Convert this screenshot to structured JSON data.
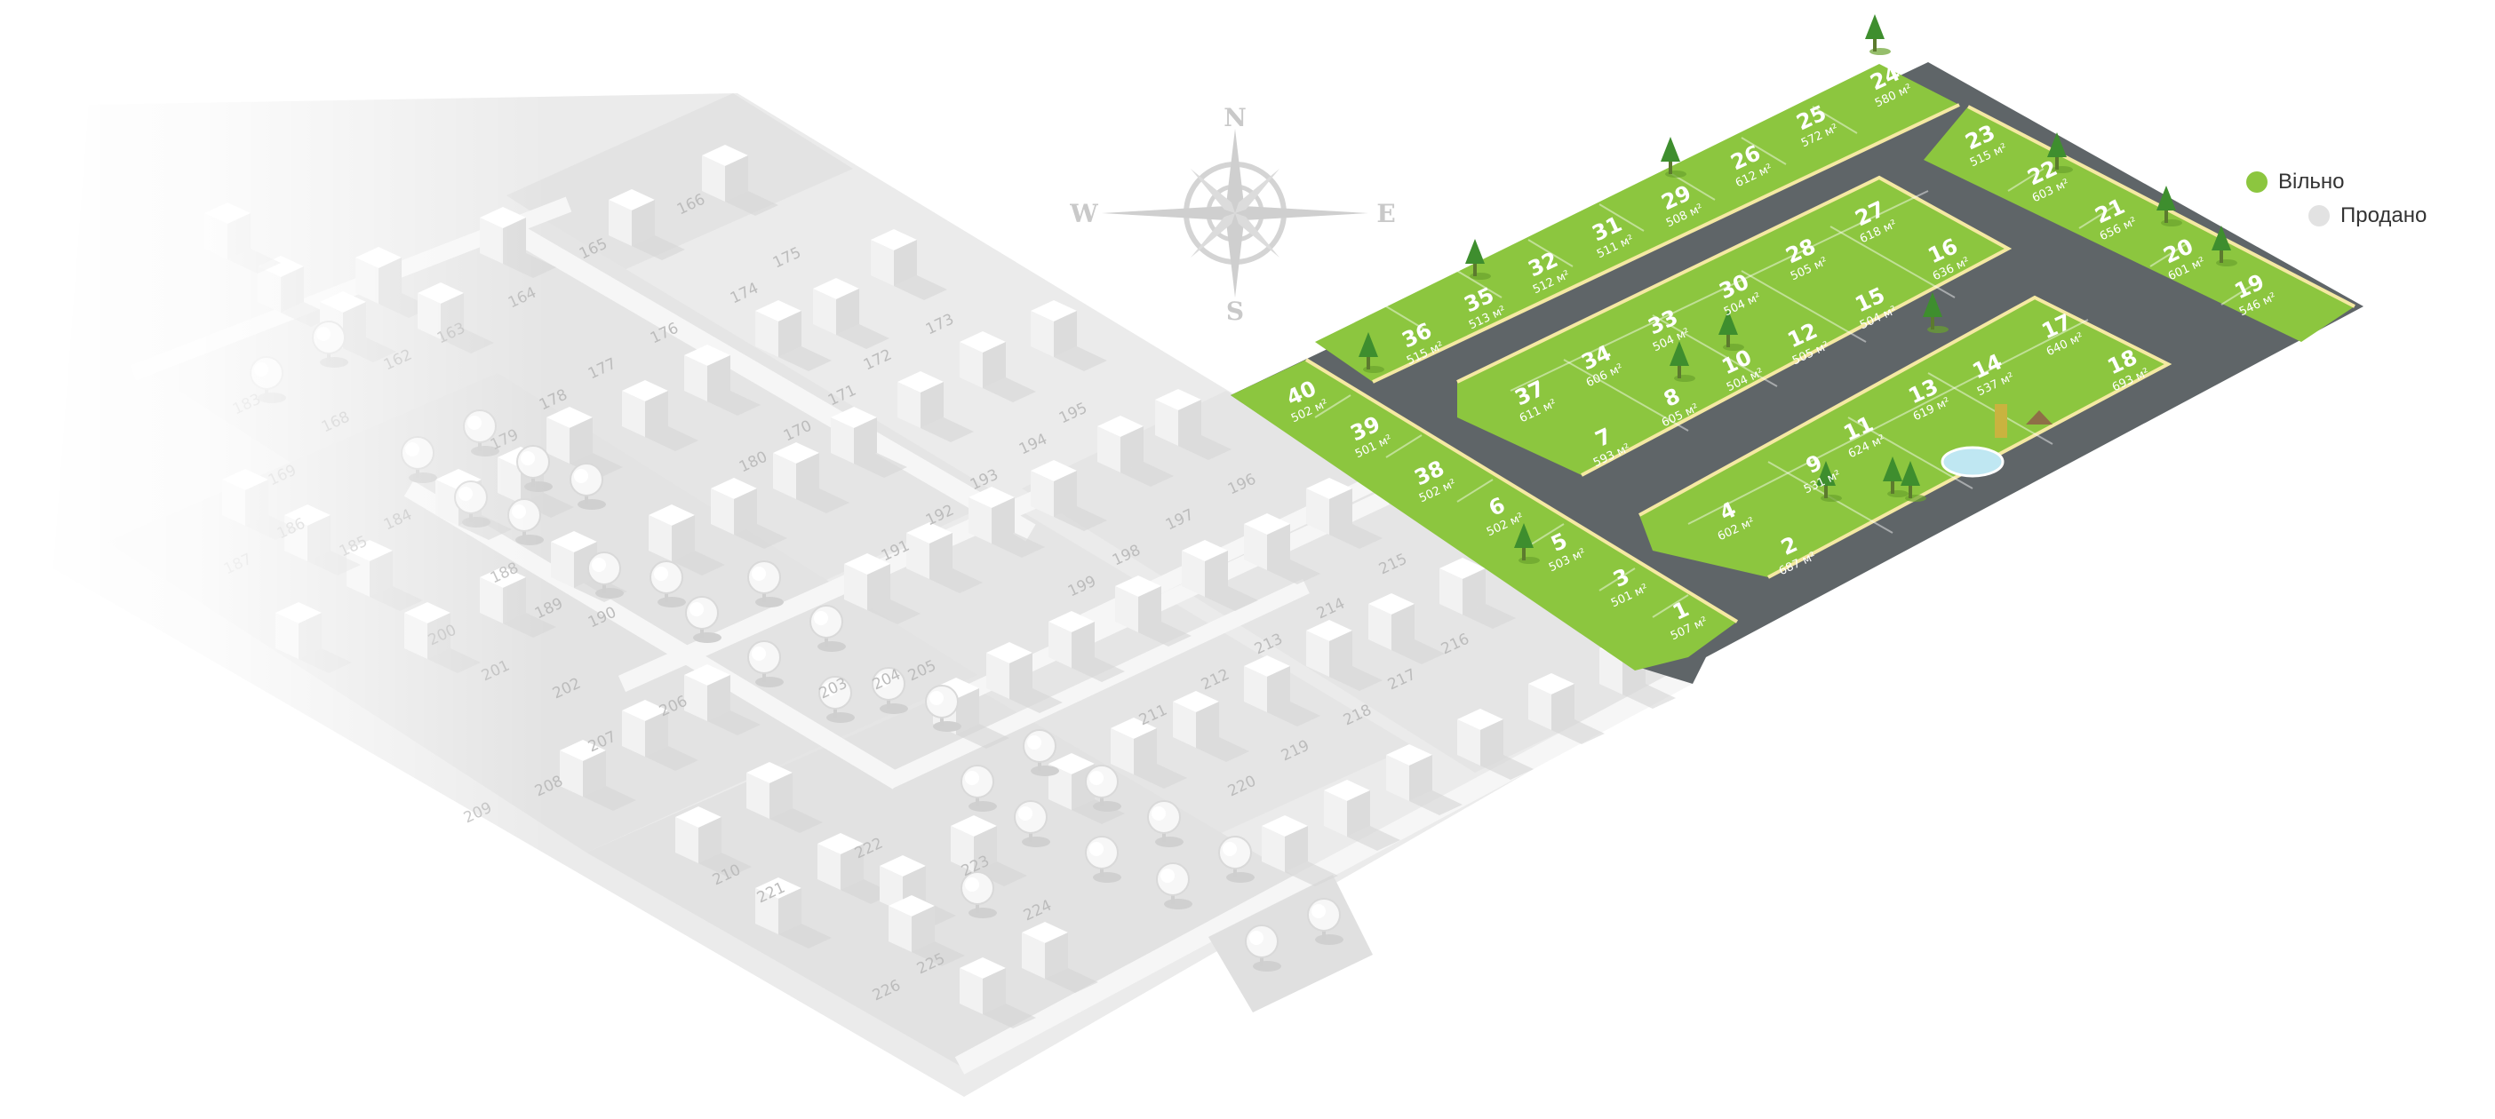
{
  "legend": {
    "available": {
      "label": "Вільно",
      "color": "#8cc63f"
    },
    "sold": {
      "label": "Продано",
      "color": "#e2e2e2"
    }
  },
  "compass": {
    "n": "N",
    "s": "S",
    "e": "E",
    "w": "W"
  },
  "plots": [
    {
      "num": "24",
      "area": "580 м²",
      "status": "available"
    },
    {
      "num": "25",
      "area": "572 м²",
      "status": "available"
    },
    {
      "num": "26",
      "area": "612 м²",
      "status": "available"
    },
    {
      "num": "29",
      "area": "508 м²",
      "status": "available"
    },
    {
      "num": "31",
      "area": "511 м²",
      "status": "available"
    },
    {
      "num": "32",
      "area": "512 м²",
      "status": "available"
    },
    {
      "num": "35",
      "area": "513 м²",
      "status": "available"
    },
    {
      "num": "36",
      "area": "515 м²",
      "status": "available"
    },
    {
      "num": "23",
      "area": "515 м²",
      "status": "available"
    },
    {
      "num": "22",
      "area": "603 м²",
      "status": "available"
    },
    {
      "num": "21",
      "area": "656 м²",
      "status": "available"
    },
    {
      "num": "20",
      "area": "601 м²",
      "status": "available"
    },
    {
      "num": "19",
      "area": "546 м²",
      "status": "available"
    },
    {
      "num": "27",
      "area": "618 м²",
      "status": "available"
    },
    {
      "num": "16",
      "area": "636 м²",
      "status": "available"
    },
    {
      "num": "28",
      "area": "505 м²",
      "status": "available"
    },
    {
      "num": "15",
      "area": "504 м²",
      "status": "available"
    },
    {
      "num": "30",
      "area": "504 м²",
      "status": "available"
    },
    {
      "num": "12",
      "area": "505 м²",
      "status": "available"
    },
    {
      "num": "33",
      "area": "504 м²",
      "status": "available"
    },
    {
      "num": "10",
      "area": "504 м²",
      "status": "available"
    },
    {
      "num": "34",
      "area": "606 м²",
      "status": "available"
    },
    {
      "num": "8",
      "area": "605 м²",
      "status": "available"
    },
    {
      "num": "37",
      "area": "611 м²",
      "status": "available"
    },
    {
      "num": "7",
      "area": "593 м²",
      "status": "available"
    },
    {
      "num": "17",
      "area": "640 м²",
      "status": "available"
    },
    {
      "num": "18",
      "area": "693 м²",
      "status": "available"
    },
    {
      "num": "14",
      "area": "537 м²",
      "status": "available"
    },
    {
      "num": "13",
      "area": "619 м²",
      "status": "available"
    },
    {
      "num": "11",
      "area": "624 м²",
      "status": "available"
    },
    {
      "num": "9",
      "area": "531 м²",
      "status": "available"
    },
    {
      "num": "4",
      "area": "602 м²",
      "status": "available"
    },
    {
      "num": "2",
      "area": "687 м²",
      "status": "available"
    },
    {
      "num": "40",
      "area": "502 м²",
      "status": "available"
    },
    {
      "num": "39",
      "area": "501 м²",
      "status": "available"
    },
    {
      "num": "38",
      "area": "502 м²",
      "status": "available"
    },
    {
      "num": "6",
      "area": "502 м²",
      "status": "available"
    },
    {
      "num": "5",
      "area": "503 м²",
      "status": "available"
    },
    {
      "num": "3",
      "area": "501 м²",
      "status": "available"
    },
    {
      "num": "1",
      "area": "507 м²",
      "status": "available"
    }
  ],
  "sold_plots": [
    "166",
    "165",
    "175",
    "164",
    "163",
    "162",
    "174",
    "173",
    "176",
    "172",
    "177",
    "171",
    "178",
    "170",
    "179",
    "180",
    "195",
    "196",
    "194",
    "193",
    "197",
    "192",
    "198",
    "191",
    "199",
    "215",
    "214",
    "213",
    "216",
    "212",
    "217",
    "211",
    "218",
    "219",
    "220",
    "169",
    "168",
    "183",
    "184",
    "185",
    "186",
    "187",
    "188",
    "189",
    "190",
    "200",
    "201",
    "202",
    "203",
    "204",
    "205",
    "206",
    "207",
    "208",
    "209",
    "210",
    "221",
    "222",
    "223",
    "224",
    "225",
    "226"
  ]
}
